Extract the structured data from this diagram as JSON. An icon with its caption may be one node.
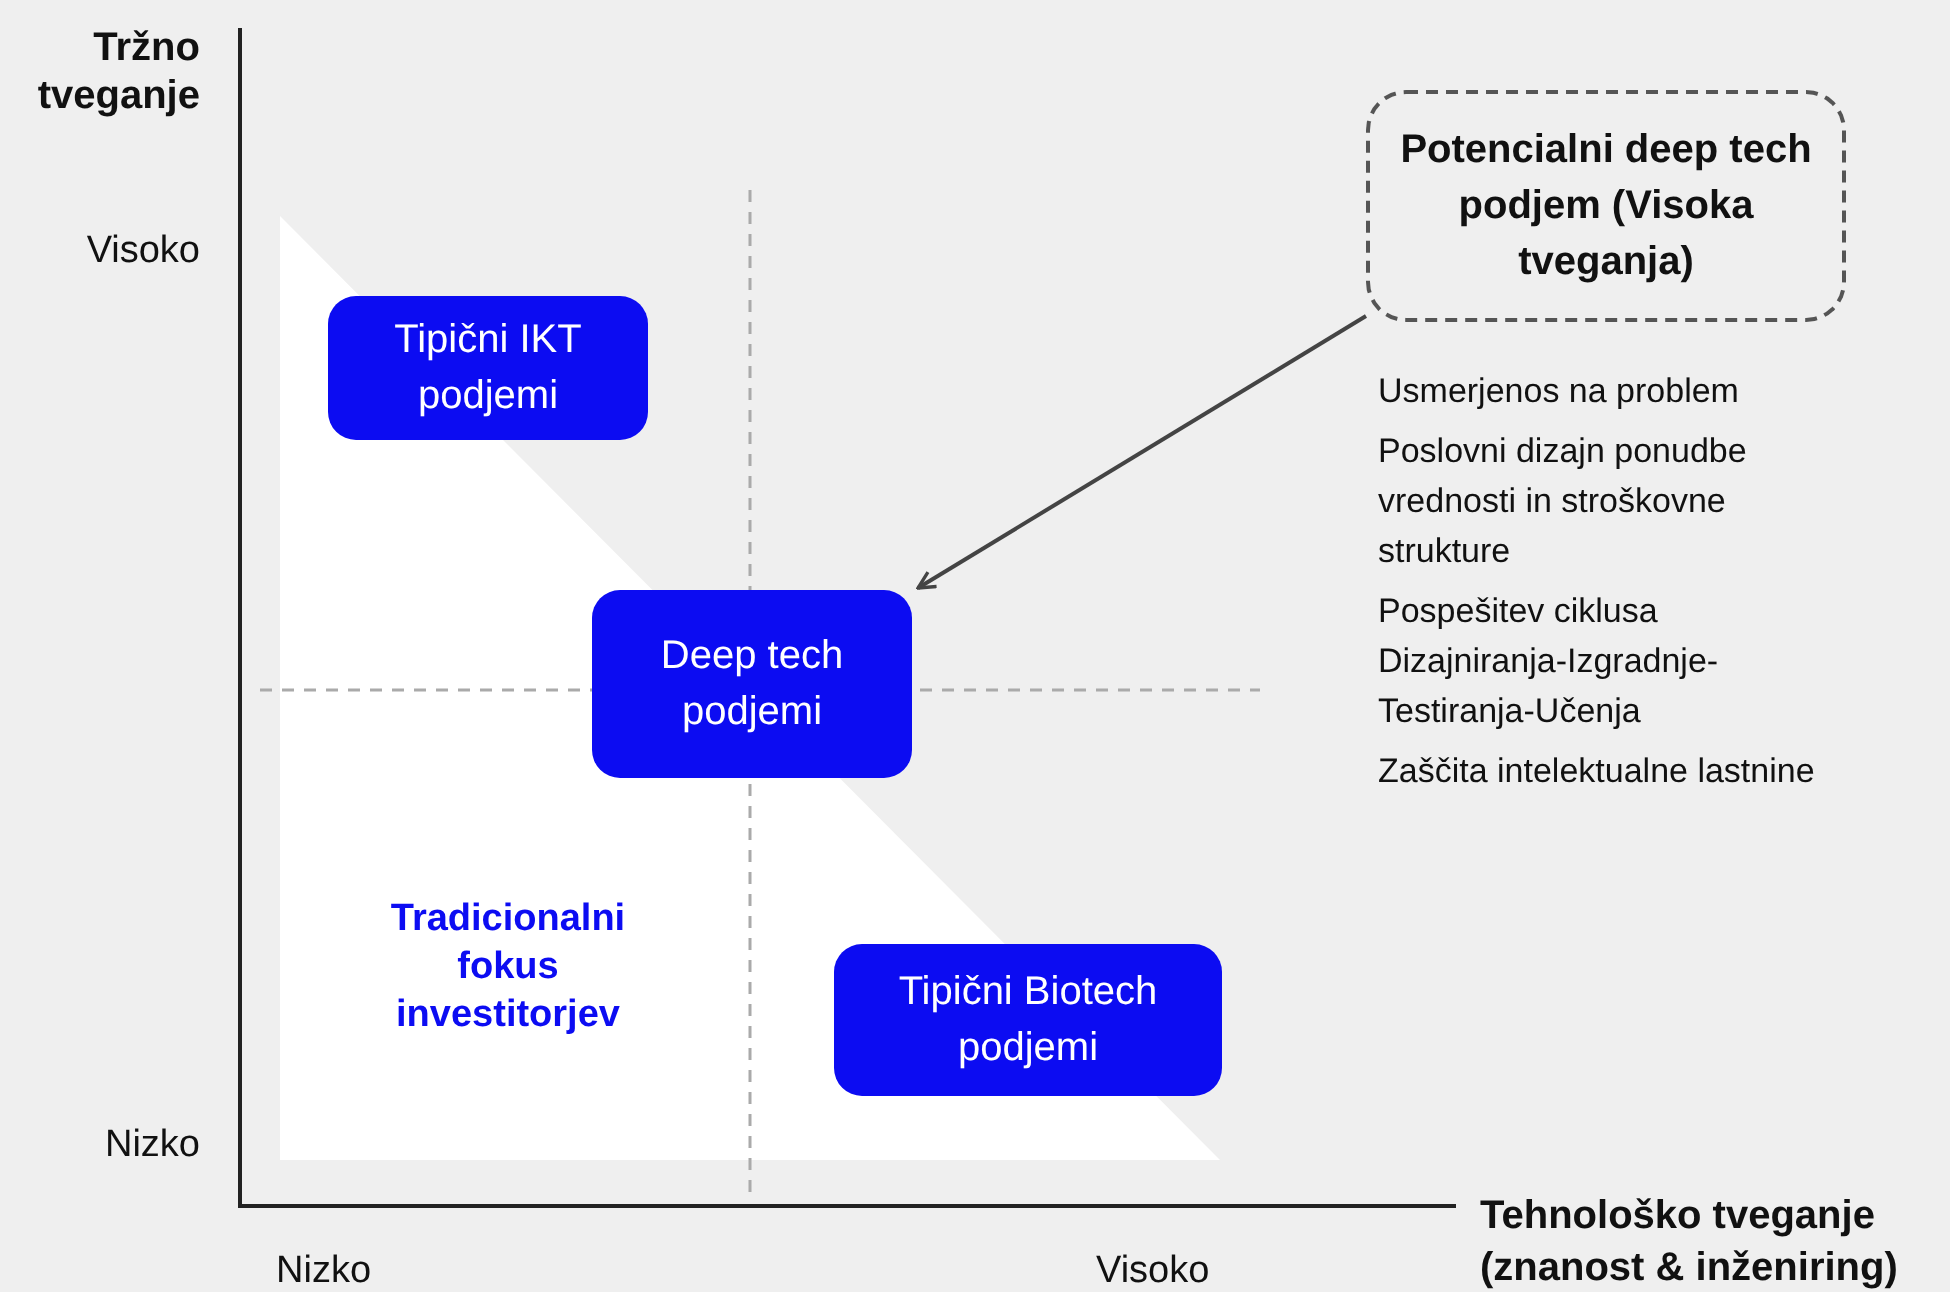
{
  "diagram": {
    "nodes": [
      {
        "text": [
          "Tipični IKT podjemi"
        ]
      },
      {
        "text": [
          "Deep tech podjemi"
        ]
      },
      {
        "text": [
          "Tipični Biotech podjemi"
        ]
      },
      {
        "text": [
          "Potencialni deep tech podjem (Visoka tveganja)"
        ],
        "beside": [
          "Usmerjenos na problem",
          "Poslovni dizajn ponudbe vrednosti in stroškovne strukture",
          "Pospešitev ciklusa Dizajniranja-Izgradnje-Testiranja-Učenja",
          "Zaščita intelektualne lastnine"
        ]
      }
    ],
    "edges": [
      {
        "from": 3,
        "to": 1,
        "arrow": "to"
      }
    ],
    "labels": [
      "Tržno tveganje",
      "Visoko",
      "Nizko",
      "Tradicionalni fokus investitorjev",
      "Tehnološko tveganje (znanost & inženiring)",
      "Nizko",
      "Visoko"
    ]
  }
}
